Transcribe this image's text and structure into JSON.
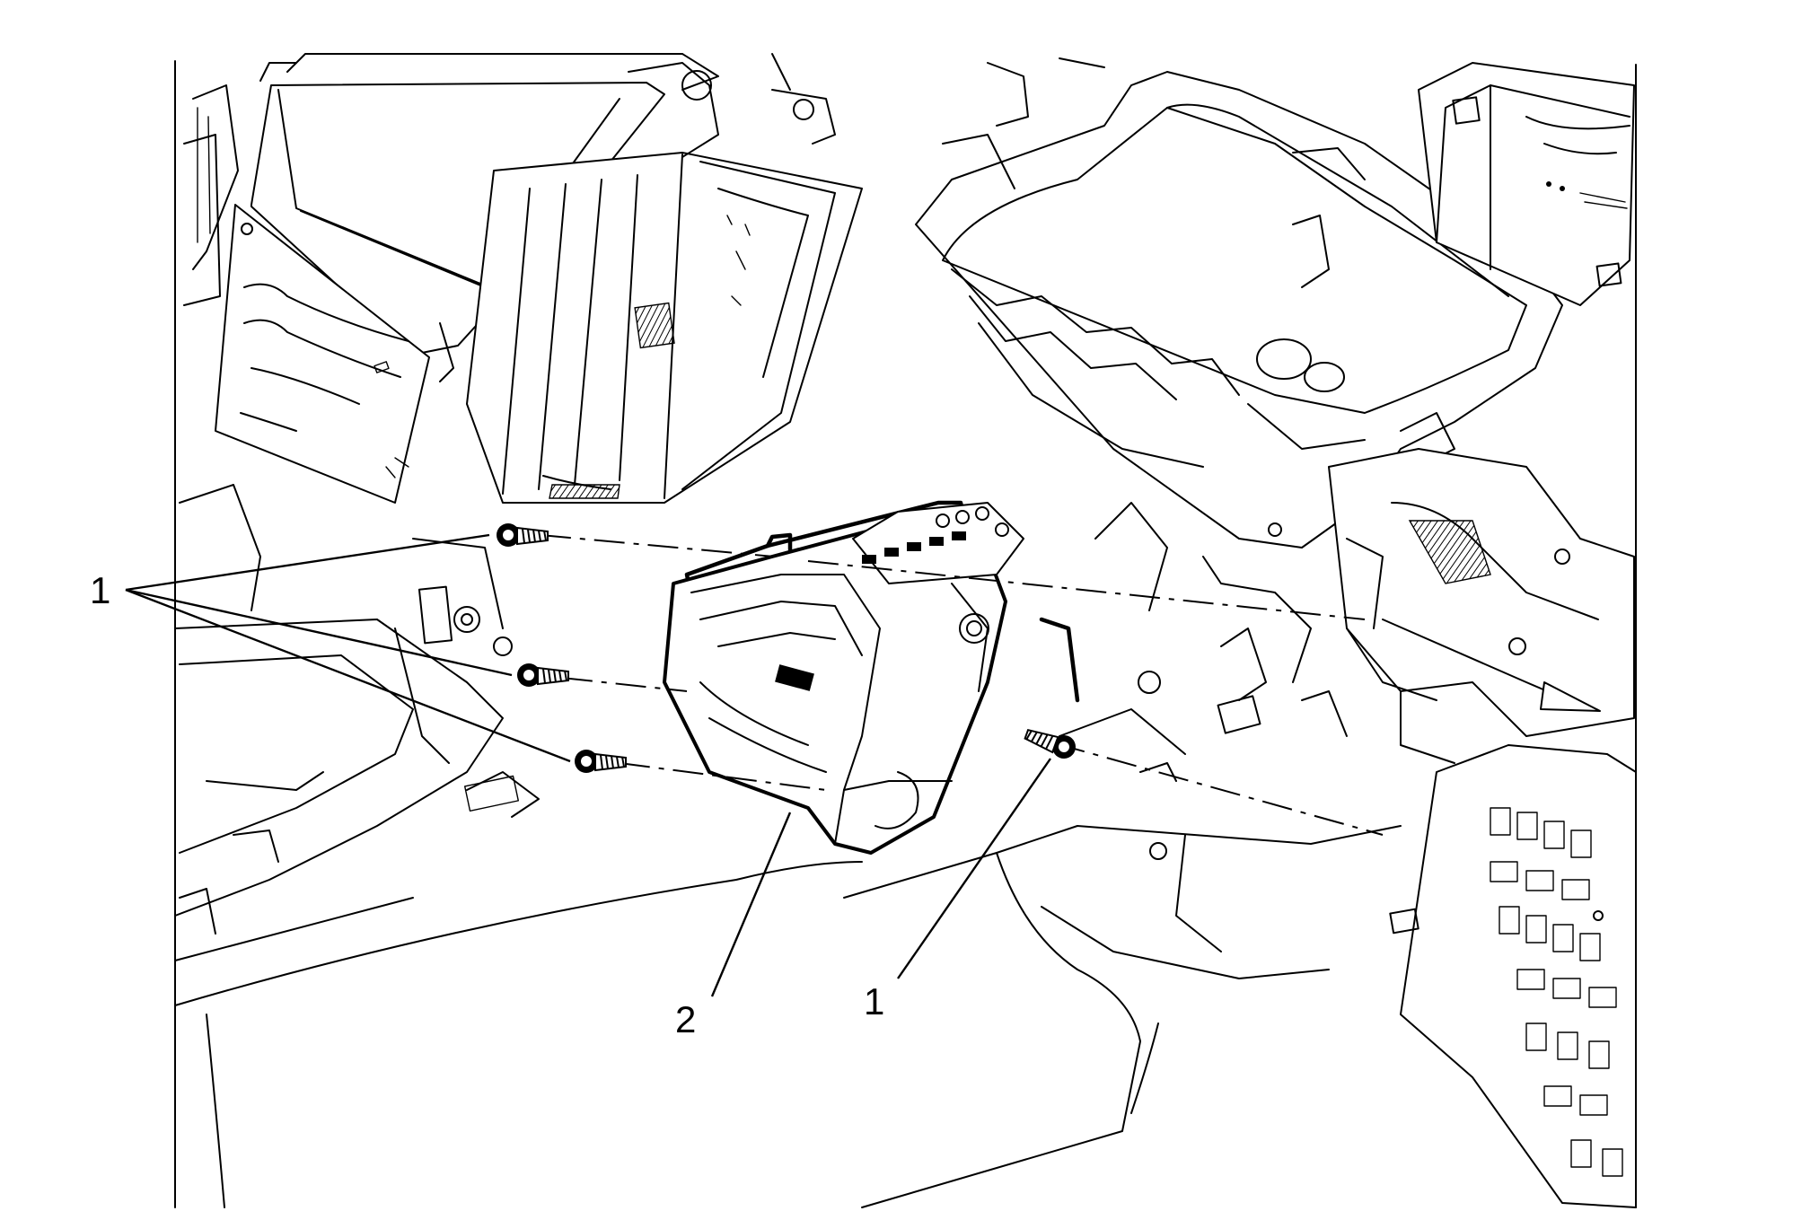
{
  "figure": {
    "callouts": [
      {
        "id": "c1a",
        "label": "1"
      },
      {
        "id": "c1b",
        "label": "1"
      },
      {
        "id": "c2",
        "label": "2"
      }
    ],
    "colors": {
      "line": "#000000",
      "background": "#ffffff"
    },
    "icons": [
      "fastener-screw-icon",
      "bracket-component-icon"
    ]
  }
}
